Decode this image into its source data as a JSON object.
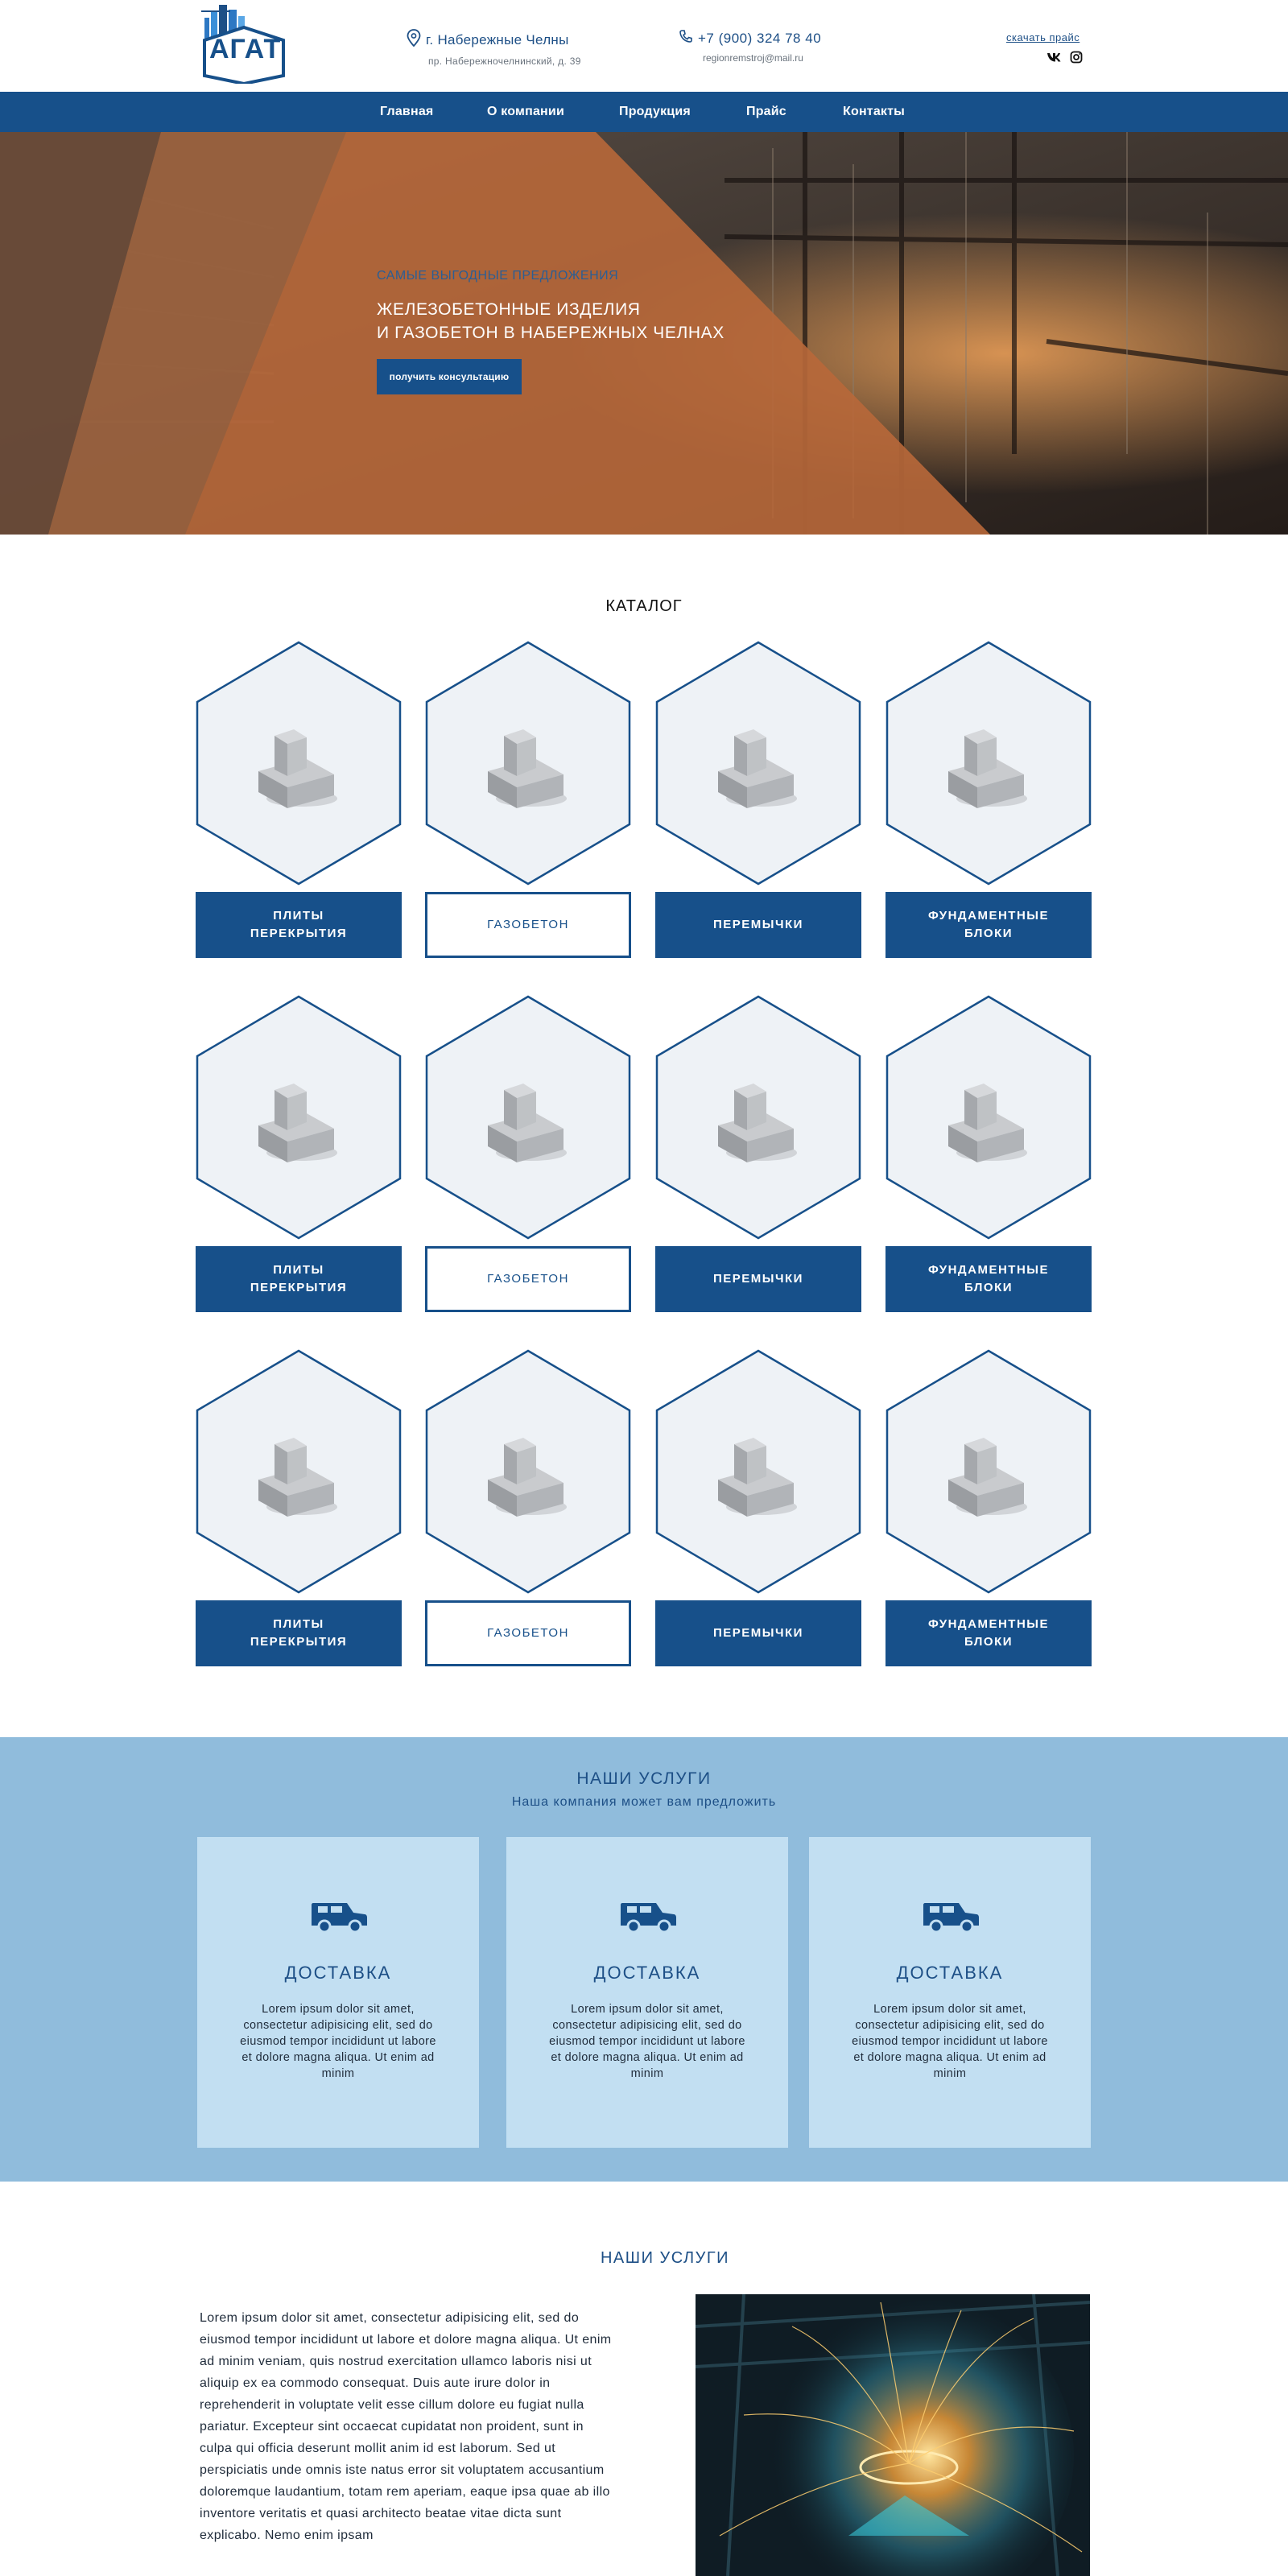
{
  "header": {
    "logo_text": "АГАТ",
    "city": "г. Набережные Челны",
    "address": "пр. Набережночелнинский, д. 39",
    "phone": "+7 (900) 324 78 40",
    "email": "regionremstroj@mail.ru",
    "price_link": "скачать прайс",
    "socials": [
      {
        "icon": "vk-icon",
        "label": "vk"
      },
      {
        "icon": "instagram-icon",
        "label": "instagram"
      }
    ]
  },
  "nav": {
    "items": [
      {
        "label": "Главная"
      },
      {
        "label": "О компании"
      },
      {
        "label": "Продукция"
      },
      {
        "label": "Прайс"
      },
      {
        "label": "Контакты"
      }
    ]
  },
  "hero": {
    "kicker": "САМЫЕ ВЫГОДНЫЕ ПРЕДЛОЖЕНИЯ",
    "title_line1": "ЖЕЛЕЗОБЕТОННЫЕ ИЗДЕЛИЯ",
    "title_line2": "И ГАЗОБЕТОН В НАБЕРЕЖНЫХ ЧЕЛНАХ",
    "button": "получить консультацию"
  },
  "catalog": {
    "title": "КАТАЛОГ",
    "rows": [
      [
        {
          "line1": "ПЛИТЫ",
          "line2": "ПЕРЕКРЫТИЯ",
          "style": "filled"
        },
        {
          "line1": "ГАЗОБЕТОН",
          "line2": "",
          "style": "outline"
        },
        {
          "line1": "ПЕРЕМЫЧКИ",
          "line2": "",
          "style": "filled"
        },
        {
          "line1": "ФУНДАМЕНТНЫЕ",
          "line2": "БЛОКИ",
          "style": "filled"
        }
      ],
      [
        {
          "line1": "ПЛИТЫ",
          "line2": "ПЕРЕКРЫТИЯ",
          "style": "filled"
        },
        {
          "line1": "ГАЗОБЕТОН",
          "line2": "",
          "style": "outline"
        },
        {
          "line1": "ПЕРЕМЫЧКИ",
          "line2": "",
          "style": "filled"
        },
        {
          "line1": "ФУНДАМЕНТНЫЕ",
          "line2": "БЛОКИ",
          "style": "filled"
        }
      ],
      [
        {
          "line1": "ПЛИТЫ",
          "line2": "ПЕРЕКРЫТИЯ",
          "style": "filled"
        },
        {
          "line1": "ГАЗОБЕТОН",
          "line2": "",
          "style": "outline"
        },
        {
          "line1": "ПЕРЕМЫЧКИ",
          "line2": "",
          "style": "filled"
        },
        {
          "line1": "ФУНДАМЕНТНЫЕ",
          "line2": "БЛОКИ",
          "style": "filled"
        }
      ]
    ]
  },
  "services": {
    "title": "НАШИ УСЛУГИ",
    "subtitle": "Наша компания может вам предложить",
    "cards": [
      {
        "icon": "car-icon",
        "title": "ДОСТАВКА",
        "text": "Lorem ipsum dolor sit amet, consectetur adipisicing elit, sed do eiusmod tempor incididunt ut labore et dolore magna aliqua. Ut enim ad minim"
      },
      {
        "icon": "car-icon",
        "title": "ДОСТАВКА",
        "text": "Lorem ipsum dolor sit amet, consectetur adipisicing elit, sed do eiusmod tempor incididunt ut labore et dolore magna aliqua. Ut enim ad minim"
      },
      {
        "icon": "car-icon",
        "title": "ДОСТАВКА",
        "text": "Lorem ipsum dolor sit amet, consectetur adipisicing elit, sed do eiusmod tempor incididunt ut labore et dolore magna aliqua. Ut enim ad minim"
      }
    ]
  },
  "about": {
    "title": "НАШИ УСЛУГИ",
    "text": "Lorem ipsum dolor sit amet, consectetur adipisicing elit, sed do eiusmod tempor incididunt ut labore et dolore magna aliqua. Ut enim ad minim veniam, quis nostrud exercitation ullamco laboris nisi ut aliquip ex ea commodo consequat. Duis aute irure dolor in reprehenderit in voluptate velit esse cillum dolore eu fugiat nulla pariatur. Excepteur sint occaecat cupidatat non proident, sunt in culpa qui officia deserunt mollit anim id est laborum. Sed ut perspiciatis unde omnis iste natus error sit voluptatem accusantium doloremque laudantium, totam rem aperiam, eaque ipsa quae ab illo inventore veritatis et quasi architecto beatae vitae dicta sunt explicabo. Nemo enim ipsam"
  },
  "colors": {
    "brand_blue": "#17508a",
    "orange": "#b8683a",
    "services_bg": "#90bcdc",
    "card_bg": "#c2dff2",
    "hex_fill": "#eef2f6"
  }
}
